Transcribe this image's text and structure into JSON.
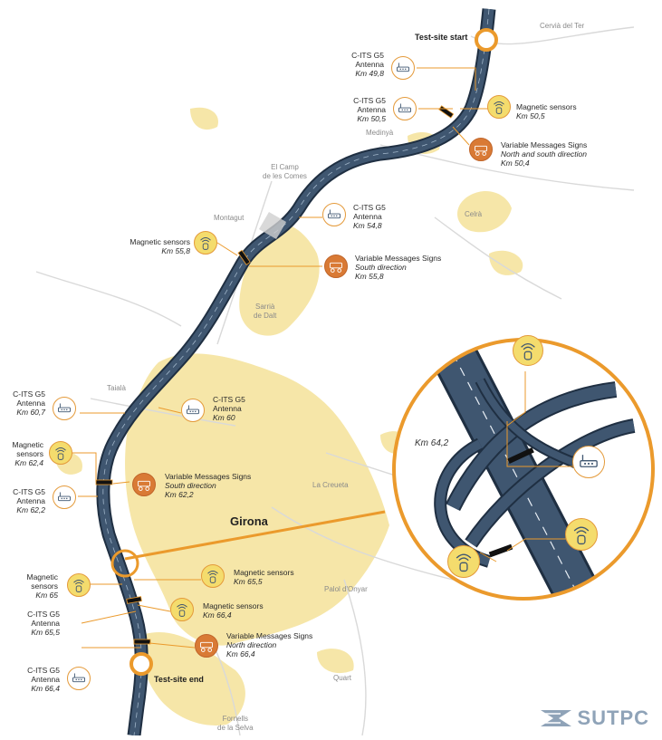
{
  "route": {
    "start_label": "Test-site start",
    "end_label": "Test-site end",
    "city_label": "Girona",
    "inset_label": "Km 64,2"
  },
  "places": [
    {
      "id": "cervia",
      "text": "Cervià del Ter"
    },
    {
      "id": "medinya",
      "text": "Medinyà"
    },
    {
      "id": "campcomes",
      "text": "El Camp\nde les Comes"
    },
    {
      "id": "montagut",
      "text": "Montagut"
    },
    {
      "id": "celra",
      "text": "Celrà"
    },
    {
      "id": "sarria",
      "text": "Sarrià\nde Dalt"
    },
    {
      "id": "taiala",
      "text": "Taialà"
    },
    {
      "id": "creueta",
      "text": "La Creueta"
    },
    {
      "id": "palol",
      "text": "Palol d'Onyar"
    },
    {
      "id": "quart",
      "text": "Quart"
    },
    {
      "id": "fornells",
      "text": "Fornells\nde la Selva"
    }
  ],
  "equipment": [
    {
      "id": "ant-498",
      "type": "antenna",
      "title": "C-ITS G5\nAntenna",
      "km": "Km 49,8"
    },
    {
      "id": "ant-505",
      "type": "antenna",
      "title": "C-ITS G5\nAntenna",
      "km": "Km 50,5"
    },
    {
      "id": "mag-505",
      "type": "magnetic",
      "title": "Magnetic sensors",
      "km": "Km 50,5"
    },
    {
      "id": "vms-504",
      "type": "vms",
      "title": "Variable Messages Signs",
      "sub": "North and south direction",
      "km": "Km 50,4"
    },
    {
      "id": "ant-548",
      "type": "antenna",
      "title": "C-ITS G5\nAntenna",
      "km": "Km 54,8"
    },
    {
      "id": "mag-558",
      "type": "magnetic",
      "title": "Magnetic sensors",
      "km": "Km 55,8"
    },
    {
      "id": "vms-558",
      "type": "vms",
      "title": "Variable Messages Signs",
      "sub": "South direction",
      "km": "Km 55,8"
    },
    {
      "id": "ant-607",
      "type": "antenna",
      "title": "C-ITS G5\nAntenna",
      "km": "Km 60,7"
    },
    {
      "id": "ant-60",
      "type": "antenna",
      "title": "C-ITS G5\nAntenna",
      "km": "Km 60"
    },
    {
      "id": "mag-624",
      "type": "magnetic",
      "title": "Magnetic\nsensors",
      "km": "Km 62,4"
    },
    {
      "id": "vms-622",
      "type": "vms",
      "title": "Variable Messages Signs",
      "sub": "South direction",
      "km": "Km 62,2"
    },
    {
      "id": "ant-622",
      "type": "antenna",
      "title": "C-ITS G5\nAntenna",
      "km": "Km 62,2"
    },
    {
      "id": "mag-65",
      "type": "magnetic",
      "title": "Magnetic\nsensors",
      "km": "Km 65"
    },
    {
      "id": "mag-655",
      "type": "magnetic",
      "title": "Magnetic sensors",
      "km": "Km 65,5"
    },
    {
      "id": "ant-655",
      "type": "antenna",
      "title": "C-ITS G5\nAntenna",
      "km": "Km 65,5"
    },
    {
      "id": "mag-664",
      "type": "magnetic",
      "title": "Magnetic sensors",
      "km": "Km 66,4"
    },
    {
      "id": "vms-664",
      "type": "vms",
      "title": "Variable Messages Signs",
      "sub": "North direction",
      "km": "Km 66,4"
    },
    {
      "id": "ant-664",
      "type": "antenna",
      "title": "C-ITS G5\nAntenna",
      "km": "Km 66,4"
    }
  ],
  "logo": {
    "text": "SUTPC"
  },
  "colors": {
    "road": "#3f5670",
    "road_edge": "#1f2f42",
    "urban": "#f6e6a8",
    "accent": "#eb9a2c",
    "vms": "#d97a35",
    "sensor": "#f4dc6d"
  }
}
